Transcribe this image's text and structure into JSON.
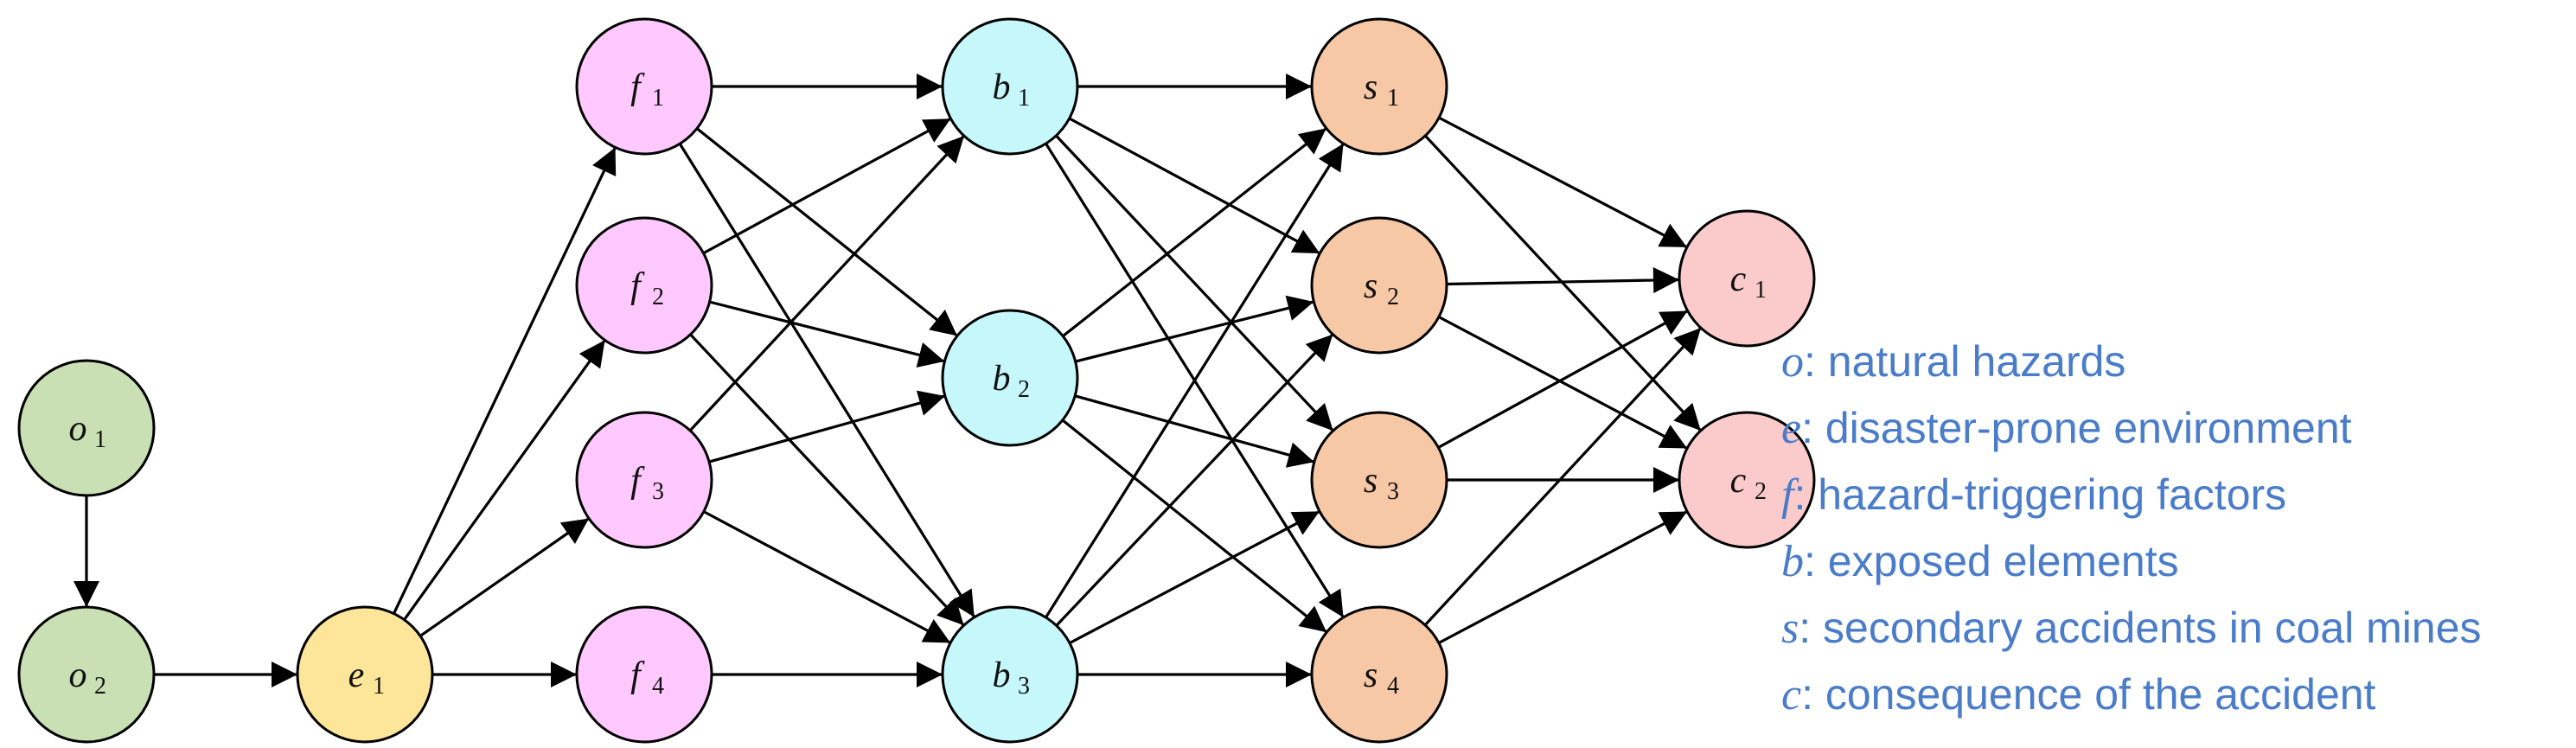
{
  "colors": {
    "o": "#c8e0b4",
    "e": "#fde59a",
    "f": "#ffc8ff",
    "b": "#c6f8fb",
    "s": "#f6c8a6",
    "c": "#fbcbcb",
    "stroke": "#000000",
    "legend_text": "#4a7cc9"
  },
  "nodes": [
    {
      "id": "o1",
      "letter": "o",
      "sub": "1",
      "group": "o"
    },
    {
      "id": "o2",
      "letter": "o",
      "sub": "2",
      "group": "o"
    },
    {
      "id": "e1",
      "letter": "e",
      "sub": "1",
      "group": "e"
    },
    {
      "id": "f1",
      "letter": "f",
      "sub": "1",
      "group": "f"
    },
    {
      "id": "f2",
      "letter": "f",
      "sub": "2",
      "group": "f"
    },
    {
      "id": "f3",
      "letter": "f",
      "sub": "3",
      "group": "f"
    },
    {
      "id": "f4",
      "letter": "f",
      "sub": "4",
      "group": "f"
    },
    {
      "id": "b1",
      "letter": "b",
      "sub": "1",
      "group": "b"
    },
    {
      "id": "b2",
      "letter": "b",
      "sub": "2",
      "group": "b"
    },
    {
      "id": "b3",
      "letter": "b",
      "sub": "3",
      "group": "b"
    },
    {
      "id": "s1",
      "letter": "s",
      "sub": "1",
      "group": "s"
    },
    {
      "id": "s2",
      "letter": "s",
      "sub": "2",
      "group": "s"
    },
    {
      "id": "s3",
      "letter": "s",
      "sub": "3",
      "group": "s"
    },
    {
      "id": "s4",
      "letter": "s",
      "sub": "4",
      "group": "s"
    },
    {
      "id": "c1",
      "letter": "c",
      "sub": "1",
      "group": "c"
    },
    {
      "id": "c2",
      "letter": "c",
      "sub": "2",
      "group": "c"
    }
  ],
  "edges": [
    [
      "o1",
      "o2"
    ],
    [
      "o2",
      "e1"
    ],
    [
      "e1",
      "f1"
    ],
    [
      "e1",
      "f2"
    ],
    [
      "e1",
      "f3"
    ],
    [
      "e1",
      "f4"
    ],
    [
      "f1",
      "b1"
    ],
    [
      "f1",
      "b2"
    ],
    [
      "f1",
      "b3"
    ],
    [
      "f2",
      "b1"
    ],
    [
      "f2",
      "b2"
    ],
    [
      "f2",
      "b3"
    ],
    [
      "f3",
      "b1"
    ],
    [
      "f3",
      "b2"
    ],
    [
      "f3",
      "b3"
    ],
    [
      "f4",
      "b3"
    ],
    [
      "b1",
      "s1"
    ],
    [
      "b1",
      "s2"
    ],
    [
      "b1",
      "s3"
    ],
    [
      "b1",
      "s4"
    ],
    [
      "b2",
      "s1"
    ],
    [
      "b2",
      "s2"
    ],
    [
      "b2",
      "s3"
    ],
    [
      "b2",
      "s4"
    ],
    [
      "b3",
      "s1"
    ],
    [
      "b3",
      "s2"
    ],
    [
      "b3",
      "s3"
    ],
    [
      "b3",
      "s4"
    ],
    [
      "s1",
      "c1"
    ],
    [
      "s1",
      "c2"
    ],
    [
      "s2",
      "c1"
    ],
    [
      "s2",
      "c2"
    ],
    [
      "s3",
      "c1"
    ],
    [
      "s3",
      "c2"
    ],
    [
      "s4",
      "c1"
    ],
    [
      "s4",
      "c2"
    ]
  ],
  "legend": [
    {
      "symbol": "o",
      "text": ": natural hazards"
    },
    {
      "symbol": "e",
      "text": ": disaster-prone environment"
    },
    {
      "symbol": "f",
      "text": ":  hazard-triggering factors"
    },
    {
      "symbol": "b",
      "text": ": exposed elements"
    },
    {
      "symbol": "s",
      "text": ": secondary accidents in coal mines"
    },
    {
      "symbol": "c",
      "text": ": consequence of the accident"
    }
  ]
}
